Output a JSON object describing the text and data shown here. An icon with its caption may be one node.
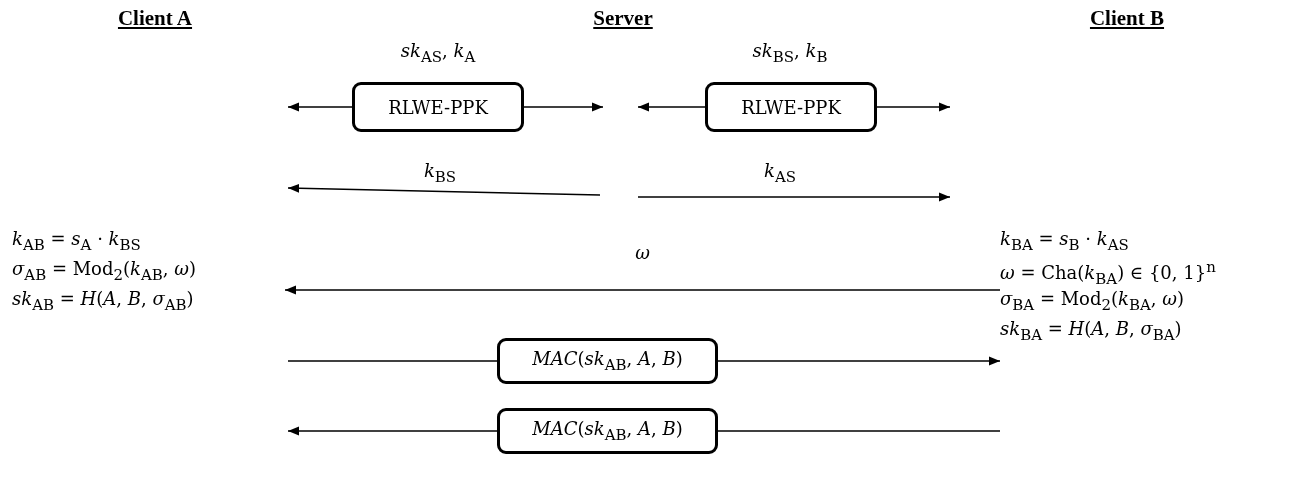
{
  "diagram": {
    "nodes": [
      {
        "text": [
          "RLWE-PPK"
        ],
        "beside": [
          "*sk*$_{AS}$, *k*$_{A}$"
        ]
      },
      {
        "text": [
          "RLWE-PPK"
        ],
        "beside": [
          "*sk*$_{BS}$, *k*$_{B}$"
        ]
      },
      {
        "text": [
          "*k*$_{AB}$ = *s*$_{A}$ · *k*$_{BS}$",
          "*σ*$_{AB}$ = Mod$_{2}$(*k*$_{AB}$, *ω*)",
          "*sk*$_{AB}$ = *H*(*A*, *B*, *σ*$_{AB}$)"
        ]
      },
      {
        "text": [
          "*k*$_{BA}$ = *s*$_{B}$ · *k*$_{AS}$",
          "*ω* = Cha(*k*$_{BA}$) ∈ {0, 1}$^{n}$",
          "*σ*$_{BA}$ = Mod$_{2}$(*k*$_{BA}$, *ω*)",
          "*sk*$_{BA}$ = *H*(*A*, *B*, *σ*$_{BA}$)"
        ]
      },
      {
        "text": [
          "*MAC*(*sk*$_{AB}$, *A*, *B*)"
        ]
      },
      {
        "text": [
          "*MAC*(*sk*$_{AB}$, *A*, *B*)"
        ]
      }
    ],
    "edges": [
      {
        "from": 0,
        "to": null,
        "arrow": "to"
      },
      {
        "from": 0,
        "to": null,
        "arrow": "to"
      },
      {
        "from": 1,
        "to": null,
        "arrow": "to"
      },
      {
        "from": 1,
        "to": null,
        "arrow": "to"
      },
      {
        "from": 3,
        "to": 2,
        "arrow": "to",
        "label": "*ω*"
      },
      {
        "from": null,
        "to": 4,
        "arrow": "none"
      },
      {
        "from": 4,
        "to": 3,
        "arrow": "to"
      },
      {
        "from": 3,
        "to": 5,
        "arrow": "none"
      },
      {
        "from": 5,
        "to": null,
        "arrow": "to"
      }
    ],
    "labels": [
      "Client A",
      "Server",
      "Client B",
      "*k*$_{BS}$",
      "*k*$_{AS}$"
    ]
  }
}
